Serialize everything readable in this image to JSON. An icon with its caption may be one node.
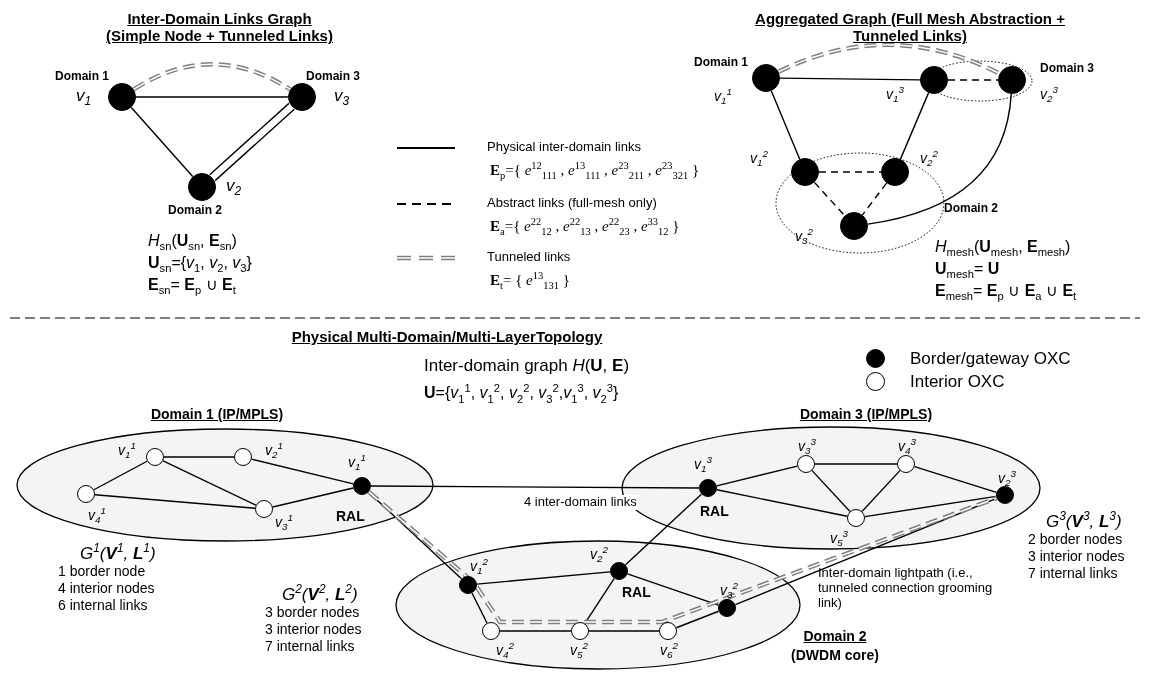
{
  "diagram": {
    "nodes": [
      {
        "text": [],
        "shape": "circle",
        "beside": [
          "Domain 1",
          "*v*$_{1}$"
        ]
      },
      {
        "text": [],
        "shape": "circle",
        "beside": [
          "Domain 3",
          "*v*$_{3}$"
        ]
      },
      {
        "text": [],
        "shape": "circle",
        "beside": [
          "*v*$_{2}$",
          "Domain 2"
        ]
      },
      {
        "text": [],
        "shape": "circle",
        "beside": [
          "Domain 1",
          "*v*$_{1}$$^{1}$"
        ]
      },
      {
        "text": [
          "Domain 3"
        ]
      },
      {
        "text": [],
        "shape": "circle",
        "in": 4,
        "beside": [
          "*v*$_{1}$$^{3}$"
        ]
      },
      {
        "text": [],
        "shape": "circle",
        "in": 4,
        "beside": [
          "*v*$_{2}$$^{3}$"
        ]
      },
      {
        "text": [
          "Domain 2"
        ]
      },
      {
        "text": [],
        "shape": "circle",
        "in": 7,
        "beside": [
          "*v*$_{1}$$^{2}$"
        ]
      },
      {
        "text": [],
        "shape": "circle",
        "in": 7,
        "beside": [
          "*v*$_{2}$$^{2}$"
        ]
      },
      {
        "text": [],
        "shape": "circle",
        "in": 7,
        "beside": [
          "*v*$_{3}$$^{2}$"
        ]
      },
      {
        "text": [
          "Domain 1 (IP/MPLS)"
        ],
        "beside": [
          "G$^{1}$(**V**$^{1}$, **L**$^{1}$)",
          "1 border node",
          "4 interior nodes",
          "6 internal links"
        ]
      },
      {
        "text": [],
        "shape": "circle",
        "in": 11,
        "beside": [
          "*v*$_{1}$$^{1}$"
        ]
      },
      {
        "text": [],
        "shape": "circle",
        "in": 11,
        "beside": [
          "*v*$_{2}$$^{1}$"
        ]
      },
      {
        "text": [],
        "shape": "circle",
        "in": 11,
        "beside": [
          "*v*$_{4}$$^{1}$"
        ]
      },
      {
        "text": [],
        "shape": "circle",
        "in": 11,
        "beside": [
          "*v*$_{3}$$^{1}$"
        ]
      },
      {
        "text": [],
        "shape": "circle",
        "in": 11,
        "beside": [
          "*v*$_{1}$$^{1}$",
          "RAL"
        ]
      },
      {
        "text": [
          "Domain 3 (IP/MPLS)"
        ],
        "beside": [
          "G$^{3}$(**V**$^{3}$, **L**$^{3}$)",
          "2 border nodes",
          "3 interior nodes",
          "7 internal links"
        ]
      },
      {
        "text": [],
        "shape": "circle",
        "in": 17,
        "beside": [
          "*v*$_{3}$$^{3}$"
        ]
      },
      {
        "text": [],
        "shape": "circle",
        "in": 17,
        "beside": [
          "*v*$_{4}$$^{3}$"
        ]
      },
      {
        "text": [],
        "shape": "circle",
        "in": 17,
        "beside": [
          "*v*$_{1}$$^{3}$",
          "RAL"
        ]
      },
      {
        "text": [],
        "shape": "circle",
        "in": 17,
        "beside": [
          "*v*$_{2}$$^{3}$"
        ]
      },
      {
        "text": [],
        "shape": "circle",
        "in": 17,
        "beside": [
          "*v*$_{5}$$^{3}$"
        ]
      },
      {
        "text": [
          "Domain 2",
          "(DWDM core)"
        ],
        "beside": [
          "G$^{2}$(**V**$^{2}$, **L**$^{2}$)",
          "3 border nodes",
          "3 interior nodes",
          "7 internal links"
        ]
      },
      {
        "text": [],
        "shape": "circle",
        "in": 23,
        "beside": [
          "*v*$_{1}$$^{2}$"
        ]
      },
      {
        "text": [],
        "shape": "circle",
        "in": 23,
        "beside": [
          "*v*$_{2}$$^{2}$",
          "RAL"
        ]
      },
      {
        "text": [],
        "shape": "circle",
        "in": 23,
        "beside": [
          "*v*$_{3}$$^{2}$"
        ]
      },
      {
        "text": [],
        "shape": "circle",
        "in": 23,
        "beside": [
          "*v*$_{4}$$^{2}$"
        ]
      },
      {
        "text": [],
        "shape": "circle",
        "in": 23,
        "beside": [
          "*v*$_{5}$$^{2}$"
        ]
      },
      {
        "text": [],
        "shape": "circle",
        "in": 23,
        "beside": [
          "*v*$_{6}$$^{2}$"
        ]
      }
    ],
    "edges": [
      {
        "from": 0,
        "to": 1,
        "arrow": "none"
      },
      {
        "from": 0,
        "to": 1,
        "arrow": "none",
        "style": "dashed",
        "color": "#808080"
      },
      {
        "from": 0,
        "to": 2,
        "arrow": "none"
      },
      {
        "from": 2,
        "to": 1,
        "arrow": "none"
      },
      {
        "from": 2,
        "to": 1,
        "arrow": "none"
      },
      {
        "from": 3,
        "to": 5,
        "arrow": "none"
      },
      {
        "from": 3,
        "to": 6,
        "arrow": "none",
        "style": "dashed",
        "color": "#808080"
      },
      {
        "from": 5,
        "to": 6,
        "arrow": "none",
        "style": "dashed"
      },
      {
        "from": 3,
        "to": 8,
        "arrow": "none"
      },
      {
        "from": 5,
        "to": 9,
        "arrow": "none"
      },
      {
        "from": 6,
        "to": 10,
        "arrow": "none"
      },
      {
        "from": 8,
        "to": 9,
        "arrow": "none",
        "style": "dashed"
      },
      {
        "from": 8,
        "to": 10,
        "arrow": "none",
        "style": "dashed"
      },
      {
        "from": 9,
        "to": 10,
        "arrow": "none",
        "style": "dashed"
      },
      {
        "from": 12,
        "to": 13,
        "arrow": "none"
      },
      {
        "from": 12,
        "to": 14,
        "arrow": "none"
      },
      {
        "from": 12,
        "to": 15,
        "arrow": "none"
      },
      {
        "from": 13,
        "to": 16,
        "arrow": "none"
      },
      {
        "from": 14,
        "to": 15,
        "arrow": "none"
      },
      {
        "from": 15,
        "to": 16,
        "arrow": "none"
      },
      {
        "from": 20,
        "to": 18,
        "arrow": "none"
      },
      {
        "from": 20,
        "to": 22,
        "arrow": "none"
      },
      {
        "from": 18,
        "to": 19,
        "arrow": "none"
      },
      {
        "from": 18,
        "to": 22,
        "arrow": "none"
      },
      {
        "from": 19,
        "to": 22,
        "arrow": "none"
      },
      {
        "from": 19,
        "to": 21,
        "arrow": "none"
      },
      {
        "from": 22,
        "to": 21,
        "arrow": "none"
      },
      {
        "from": 24,
        "to": 25,
        "arrow": "none"
      },
      {
        "from": 24,
        "to": 27,
        "arrow": "none"
      },
      {
        "from": 27,
        "to": 28,
        "arrow": "none"
      },
      {
        "from": 28,
        "to": 29,
        "arrow": "none"
      },
      {
        "from": 29,
        "to": 26,
        "arrow": "none"
      },
      {
        "from": 25,
        "to": 28,
        "arrow": "none"
      },
      {
        "from": 25,
        "to": 26,
        "arrow": "none"
      },
      {
        "from": 16,
        "to": 20,
        "arrow": "none",
        "label": "4 inter-domain links"
      },
      {
        "from": 16,
        "to": 24,
        "arrow": "none"
      },
      {
        "from": 25,
        "to": 20,
        "arrow": "none"
      },
      {
        "from": 26,
        "to": 21,
        "arrow": "none"
      },
      {
        "from": 16,
        "to": 21,
        "arrow": "none",
        "style": "dashed",
        "color": "#808080",
        "label": "Inter-domain lightpath (i.e., tunneled connection grooming link)"
      }
    ],
    "labels": [
      "Inter-Domain Links Graph (Simple Node + Tunneled Links)",
      "Aggregated Graph (Full Mesh Abstraction + Tunneled Links)",
      "**E**$_{p}$={ *e*$^{12}$$_{111}$ , *e*$^{13}$$_{111}$ , *e*$^{23}$$_{211}$ , *e*$^{23}$$_{321}$ }",
      "**E**$_{a}$={ *e*$^{22}$$_{12}$ , *e*$^{22}$$_{13}$ , *e*$^{22}$$_{23}$ , *e*$^{33}$$_{12}$ }",
      "**E**$_{t}$= { *e*$^{13}$$_{131}$ }",
      "*H*$_{sn}$(**U**$_{sn}$, **E**$_{sn}$)",
      "**U**$_{sn}$={*v*$_{1}$, *v*$_{2}$, *v*$_{3}$}",
      "**E**$_{sn}$= **E**$_{p}$ ∪ **E**$_{t}$",
      "*H*$_{mesh}$(**U**$_{mesh}$, **E**$_{mesh}$)",
      "**U**$_{mesh}$= **U**",
      "**E**$_{mesh}$= **E**$_{p}$ ∪ **E**$_{a}$ ∪ **E**$_{t}$",
      "Physical Multi-Domain/Multi-LayerTopology",
      "Inter-domain graph *H*(**U**, **E**)",
      "**U**={*v*$_{1}$$^{1}$, *v*$_{1}$$^{2}$, *v*$_{2}$$^{2}$, *v*$_{3}$$^{2}$,*v*$_{1}$$^{3}$, *v*$_{2}$$^{3}$}"
    ],
    "legend": [
      {
        "text": "Physical inter-domain links"
      },
      {
        "text": "Abstract links (full-mesh only)"
      },
      {
        "text": "Tunneled links"
      },
      {
        "text": "Border/gateway OXC",
        "color": "#000000"
      },
      {
        "text": "Interior OXC",
        "color": "#ffffff"
      }
    ]
  }
}
